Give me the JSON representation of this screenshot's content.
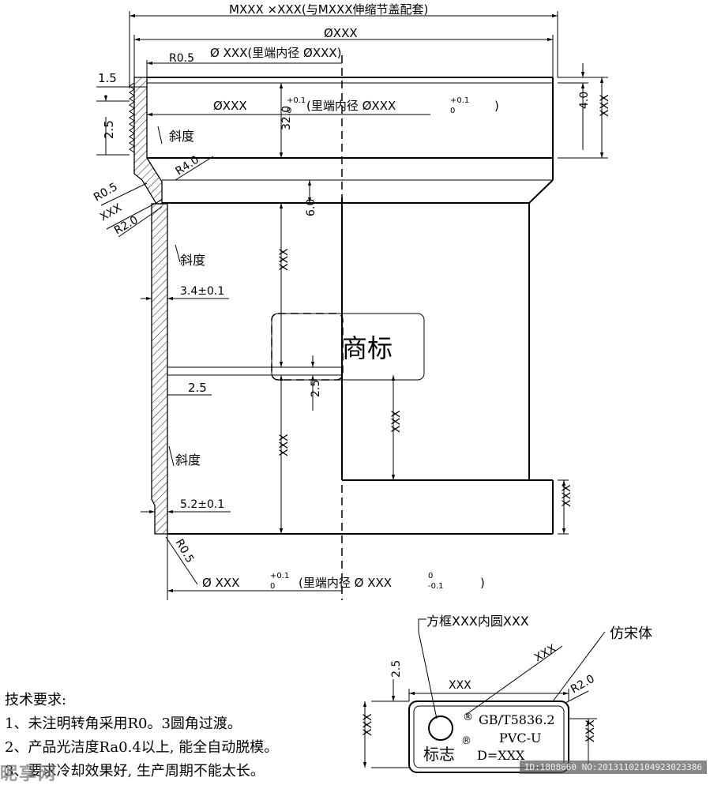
{
  "dimensions": {
    "overall_top": "MXXX ×XXX(与MXXX伸缩节盖配套)",
    "dia_xxx": "ØXXX",
    "r05_top": "R0.5",
    "inner_dia_top": "Ø XXX(里端内径 ØXXX)",
    "dim_1_5": "1.5",
    "dim_2_5_left": "2.5",
    "slope_1": "斜度",
    "slope_2": "斜度",
    "slope_3": "斜度",
    "r40": "R4.0",
    "r05_mid": "R0.5",
    "xxx_mid": "XXX",
    "r20_mid": "R2.0",
    "socket_dia": "ØXXX",
    "socket_tol_plus": "+0.1",
    "socket_tol_zero": "0",
    "socket_inner": "(里端内径   ØXXX",
    "socket_tol_plus2": "+0.1",
    "socket_tol_zero2": "0",
    "socket_close": ")",
    "dim_32": "32.0",
    "dim_4": "4.0",
    "dim_xxx_right": "XXX",
    "dim_6": "6.0",
    "dim_xxx_v1": "XXX",
    "wall_34": "3.4±0.1",
    "trademark": "商标",
    "dim_25_h": "2.5",
    "dim_25_v": "2.5",
    "dim_xxx_v2": "XXX",
    "dim_xxx_v3": "XXX",
    "wall_52": "5.2±0.1",
    "dim_xxx_right_low": "XXX",
    "r05_bottom": "R0.5",
    "bottom_dia": "Ø XXX",
    "bottom_tol_plus": "+0.1",
    "bottom_tol_zero": "0",
    "bottom_inner": "(里端内径  Ø XXX",
    "bottom_tol_zero2": "0",
    "bottom_tol_minus": "-0.1",
    "bottom_close": ")"
  },
  "label_detail": {
    "box_circle": "方框XXX内圆XXX",
    "font_note": "仿宋体",
    "xxx_diag": "XXX",
    "dim_25": "2.5",
    "width_xxx": "XXX",
    "r20": "R2.0",
    "reg_mark_1": "®",
    "reg_mark_2": "®",
    "standard": "GB/T5836.2",
    "material": "PVC-U",
    "diameter": "D=XXX",
    "logo": "标志",
    "height_xxx": "XXX",
    "right_xxx": "XXX"
  },
  "requirements": {
    "title": "技术要求:",
    "items": [
      "1、未注明转角采用R0。3圆角过渡。",
      "2、产品光洁度Ra0.4以上, 能全自动脱模。",
      "3、要求冷却效果好, 生产周期不能太长。"
    ]
  },
  "watermarks": {
    "site": "昵享网",
    "id_text": "ID:1808660 NO:20131102104923023386"
  }
}
